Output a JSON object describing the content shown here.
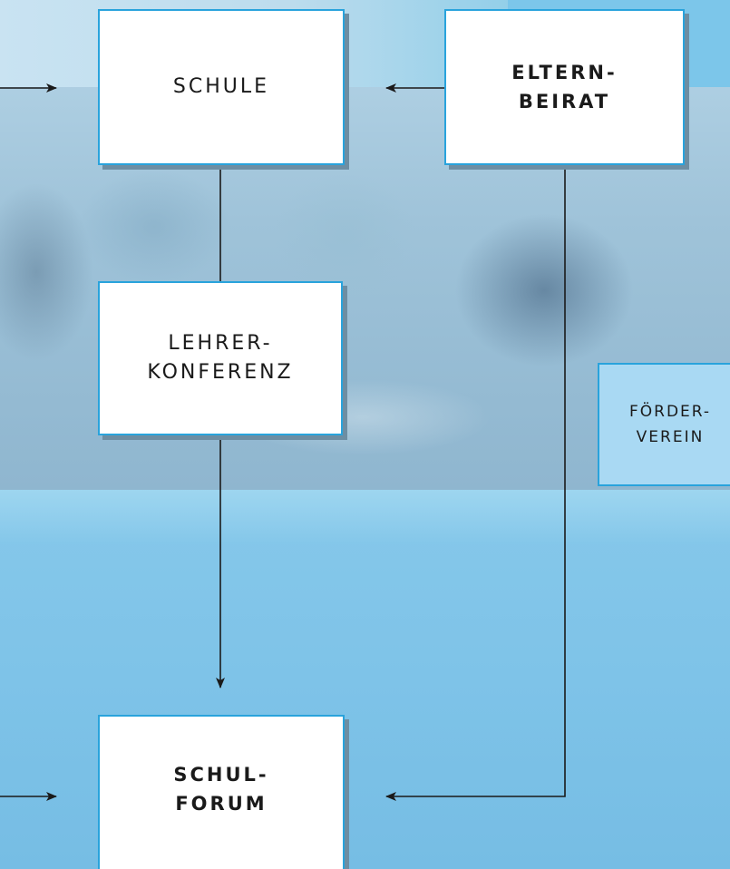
{
  "nodes": {
    "schule": {
      "lines": [
        "SCHULE"
      ]
    },
    "elternbeirat": {
      "lines": [
        "ELTERN-",
        "BEIRAT"
      ]
    },
    "lehrerkonferenz": {
      "lines": [
        "LEHRER-",
        "KONFERENZ"
      ]
    },
    "schulforum": {
      "lines": [
        "SCHUL-",
        "FORUM"
      ]
    },
    "foerderverein": {
      "lines": [
        "FÖRDER-",
        "VEREIN"
      ]
    }
  },
  "colors": {
    "box_border": "#29a3dc",
    "box_fill": "#ffffff",
    "foerder_fill": "#a9d9f3",
    "line": "#1a1a1a"
  }
}
